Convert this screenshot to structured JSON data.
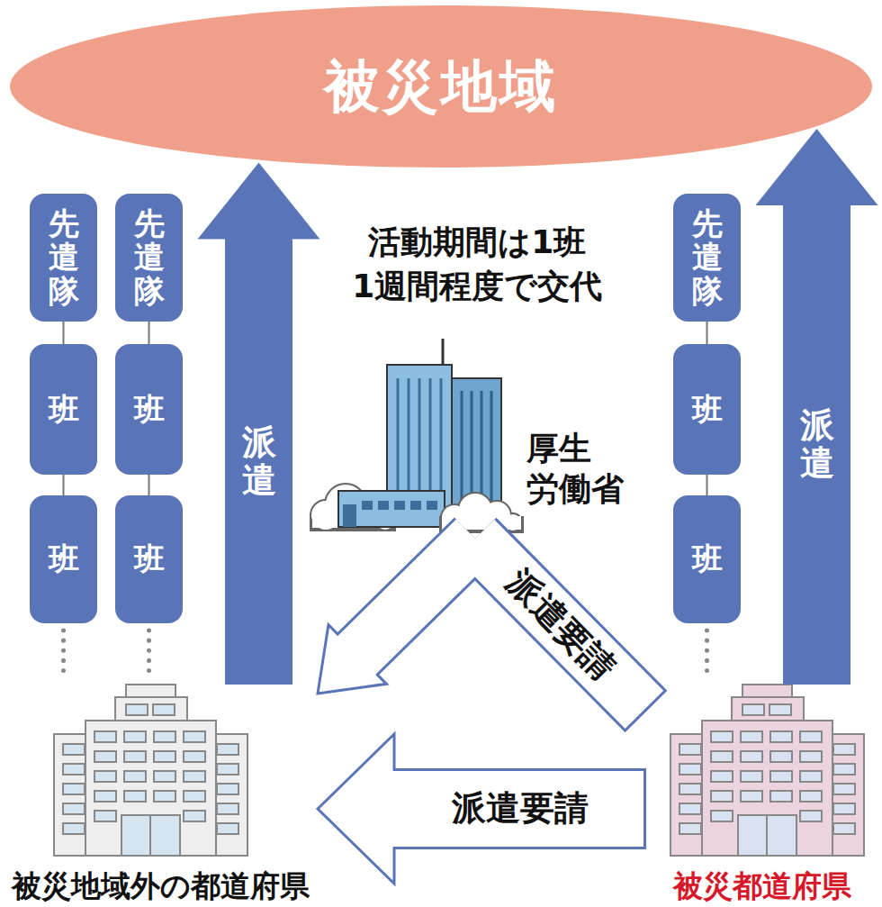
{
  "diagram": {
    "nodes": [
      {
        "text": [
          "被災地域"
        ]
      },
      {
        "text": [
          "先遣隊"
        ]
      },
      {
        "text": [
          "班"
        ]
      },
      {
        "text": [
          "班"
        ]
      },
      {
        "text": [
          "先遣隊"
        ]
      },
      {
        "text": [
          "班"
        ]
      },
      {
        "text": [
          "班"
        ]
      },
      {
        "text": [
          "厚生 労働省"
        ]
      },
      {
        "text": [
          "先遣隊"
        ]
      },
      {
        "text": [
          "班"
        ]
      },
      {
        "text": [
          "班"
        ]
      },
      {
        "text": [
          "被災地域外の都道府県"
        ]
      },
      {
        "text": [
          "被災都道府県"
        ]
      }
    ],
    "edges": [
      {
        "from": 1,
        "to": 2,
        "arrow": "none"
      },
      {
        "from": 2,
        "to": 3,
        "arrow": "none"
      },
      {
        "from": 3,
        "to": 11,
        "arrow": "none"
      },
      {
        "from": 4,
        "to": 5,
        "arrow": "none"
      },
      {
        "from": 5,
        "to": 6,
        "arrow": "none"
      },
      {
        "from": 6,
        "to": 11,
        "arrow": "none"
      },
      {
        "from": 8,
        "to": 9,
        "arrow": "none"
      },
      {
        "from": 9,
        "to": 10,
        "arrow": "none"
      },
      {
        "from": 10,
        "to": 12,
        "arrow": "none"
      },
      {
        "from": 11,
        "to": 0,
        "label": "派遣",
        "arrow": "to"
      },
      {
        "from": 12,
        "to": 0,
        "label": "派遣",
        "arrow": "to"
      },
      {
        "from": 12,
        "to": 7,
        "label": "派遣要請",
        "arrow": "none"
      },
      {
        "from": 7,
        "to": 11,
        "arrow": "to"
      },
      {
        "from": 12,
        "to": 11,
        "label": "派遣要請",
        "arrow": "to"
      }
    ],
    "labels": [
      "活動期間は1班 1週間程度で交代"
    ]
  }
}
